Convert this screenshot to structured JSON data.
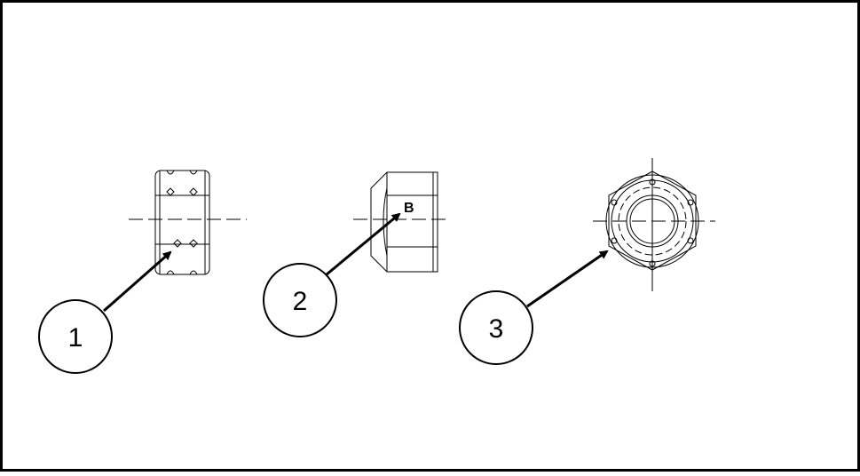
{
  "callouts": [
    {
      "number": "1",
      "target": "castellated-nut"
    },
    {
      "number": "2",
      "target": "acorn-nut"
    },
    {
      "number": "3",
      "target": "self-locking-hex-nut"
    }
  ],
  "nut_letter": "B",
  "colors": {
    "ink": "#000000",
    "paper": "#ffffff"
  }
}
